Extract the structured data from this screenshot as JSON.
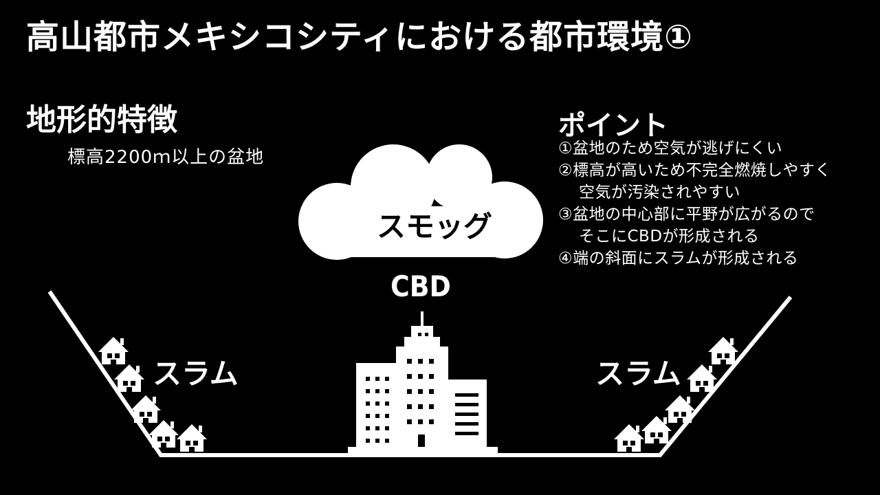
{
  "title": "高山都市メキシコシティにおける都市環境①",
  "section": {
    "heading": "地形的特徴",
    "subtext": "標高2200ｍ以上の盆地"
  },
  "points": {
    "heading": "ポイント",
    "items": [
      {
        "line1": "①盆地のため空気が逃げにくい",
        "line2": ""
      },
      {
        "line1": "②標高が高いため不完全燃焼しやすく",
        "line2": "空気が汚染されやすい"
      },
      {
        "line1": "③盆地の中心部に平野が広がるので",
        "line2": "そこにCBDが形成される"
      },
      {
        "line1": "④端の斜面にスラムが形成される",
        "line2": ""
      }
    ]
  },
  "diagram": {
    "cloud_label": "スモッグ",
    "cbd_label": "CBD",
    "slum_left_label": "スラム",
    "slum_right_label": "スラム",
    "icons": [
      "cloud-icon",
      "building-icon",
      "house-icon"
    ],
    "colors": {
      "background": "#000000",
      "foreground": "#ffffff"
    }
  }
}
